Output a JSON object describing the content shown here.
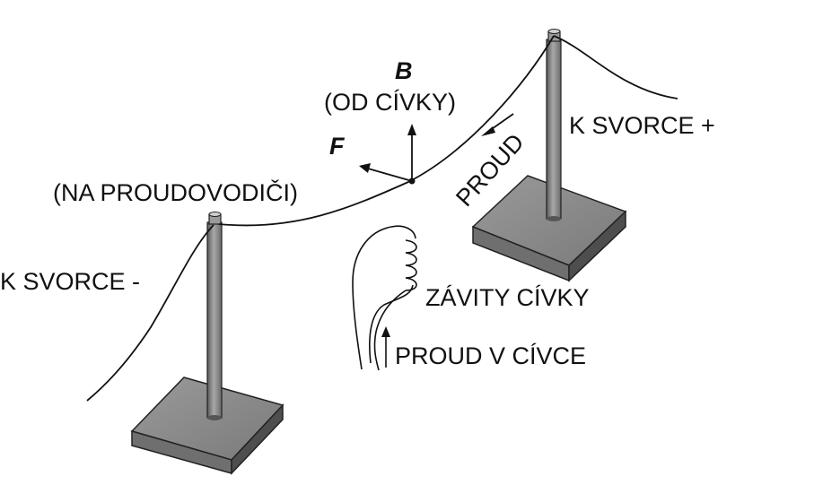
{
  "labels": {
    "b_symbol": "B",
    "b_source": "(OD CÍVKY)",
    "f_symbol": "F",
    "f_target": "(NA PROUDOVODIČI)",
    "current_on_wire": "PROUD",
    "terminal_plus": "K SVORCE +",
    "terminal_minus": "K SVORCE -",
    "coil_turns": "ZÁVITY CÍVKY",
    "coil_current": "PROUD V CÍVCE"
  },
  "colors": {
    "ink": "#111111",
    "base_top": "#8c8c8c",
    "base_side": "#5e5e5e",
    "post": "#8a8a8a",
    "post_highlight": "#b5b5b5",
    "background": "#ffffff"
  }
}
